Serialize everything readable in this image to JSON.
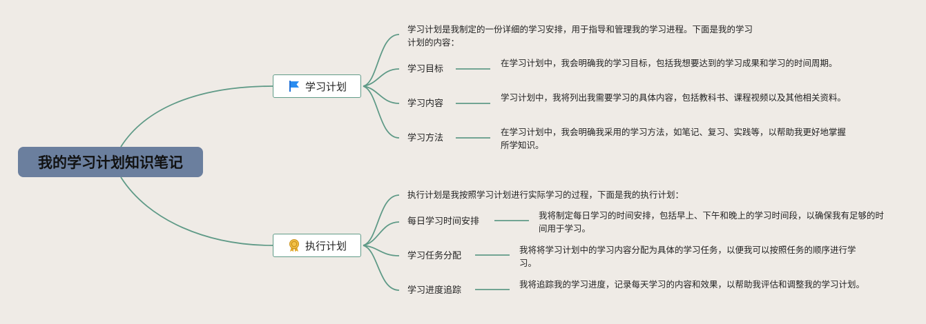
{
  "root": {
    "title": "我的学习计划知识笔记"
  },
  "branches": [
    {
      "title": "学习计划",
      "icon": "blue-flag-icon",
      "intro": "学习计划是我制定的一份详细的学习安排，用于指导和管理我的学习进程。下面是我的学习计划的内容：",
      "children": [
        {
          "label": "学习目标",
          "text": "在学习计划中，我会明确我的学习目标，包括我想要达到的学习成果和学习的时间周期。"
        },
        {
          "label": "学习内容",
          "text": "学习计划中，我将列出我需要学习的具体内容，包括教科书、课程视频以及其他相关资料。"
        },
        {
          "label": "学习方法",
          "text": "在学习计划中，我会明确我采用的学习方法，如笔记、复习、实践等，以帮助我更好地掌握所学知识。"
        }
      ]
    },
    {
      "title": "执行计划",
      "icon": "award-medal-icon",
      "intro": "执行计划是我按照学习计划进行实际学习的过程，下面是我的执行计划：",
      "children": [
        {
          "label": "每日学习时间安排",
          "text": "我将制定每日学习的时间安排，包括早上、下午和晚上的学习时间段，以确保我有足够的时间用于学习。"
        },
        {
          "label": "学习任务分配",
          "text": "我将将学习计划中的学习内容分配为具体的学习任务，以便我可以按照任务的顺序进行学习。"
        },
        {
          "label": "学习进度追踪",
          "text": "我将追踪我的学习进度，记录每天学习的内容和效果，以帮助我评估和调整我的学习计划。"
        }
      ]
    }
  ],
  "colors": {
    "link": "#5f9a87",
    "root_bg": "#6b7f9e",
    "background": "#efebe6"
  }
}
